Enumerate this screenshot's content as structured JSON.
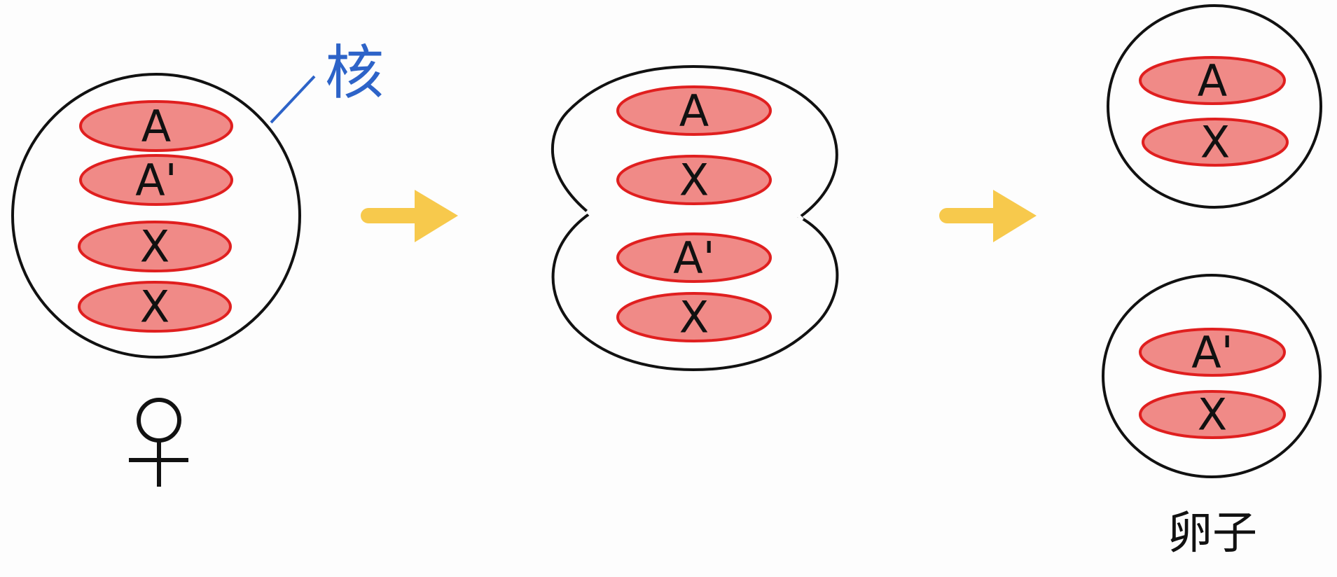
{
  "colors": {
    "chromosome_fill": "#f08a87",
    "chromosome_stroke": "#e01f1f",
    "cell_stroke": "#111111",
    "arrow": "#f7c94c",
    "nucleus_label": "#2d63c8"
  },
  "nucleus_label": "核",
  "female_symbol_icon": "female-symbol",
  "arrow_icon": "right-arrow",
  "egg_label": "卵子",
  "stages": {
    "parent_cell": {
      "chromosomes": [
        "A",
        "A'",
        "X",
        "X"
      ]
    },
    "dividing_cell": {
      "top_chromosomes": [
        "A",
        "X"
      ],
      "bottom_chromosomes": [
        "A'",
        "X"
      ]
    },
    "egg_cells": [
      {
        "chromosomes": [
          "A",
          "X"
        ]
      },
      {
        "chromosomes": [
          "A'",
          "X"
        ]
      }
    ]
  }
}
